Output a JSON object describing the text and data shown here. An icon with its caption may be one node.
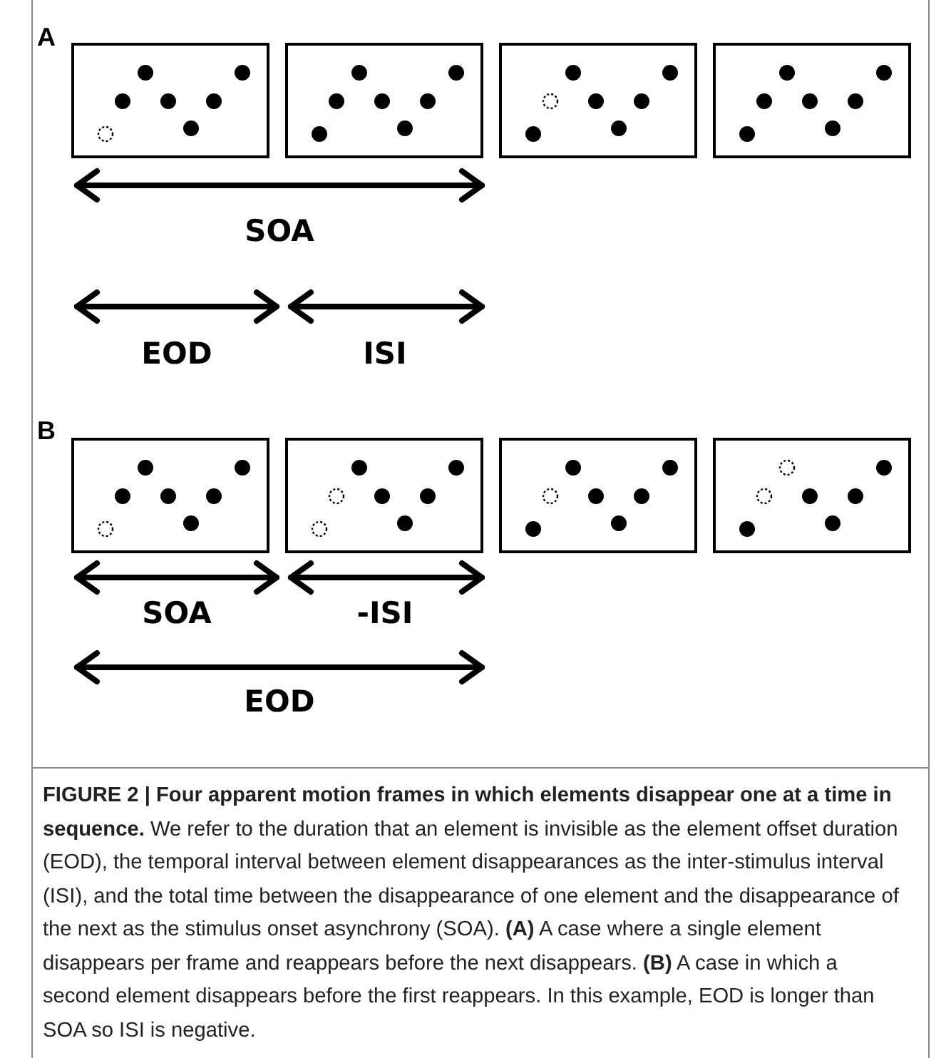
{
  "diagram": {
    "caption": "**FIGURE 2 | Four apparent motion frames in which elements disappear one at a time in sequence.** We refer to the duration that an element is invisible as the element offset duration (EOD), the temporal interval between element disappearances as the inter-stimulus interval (ISI), and the total time between the disappearance of one element and the disappearance of the next as the stimulus onset asynchrony (SOA). **(A)** A case where a single element disappears per frame and reappears before the next disappears. **(B)** A case in which a second element disappears before the first reappears. In this example, EOD is longer than SOA so ISI is negative.",
    "nodes": [
      {
        "text": [],
        "shape": "box"
      },
      {
        "text": [],
        "shape": "box"
      },
      {
        "text": [],
        "shape": "box"
      },
      {
        "text": [],
        "shape": "box"
      },
      {
        "text": [],
        "shape": "box"
      },
      {
        "text": [],
        "shape": "box"
      },
      {
        "text": [],
        "shape": "box"
      },
      {
        "text": [],
        "shape": "box"
      }
    ],
    "labels": [
      "A",
      "SOA",
      "EOD",
      "ISI",
      "B",
      "SOA",
      "-ISI",
      "EOD"
    ]
  }
}
